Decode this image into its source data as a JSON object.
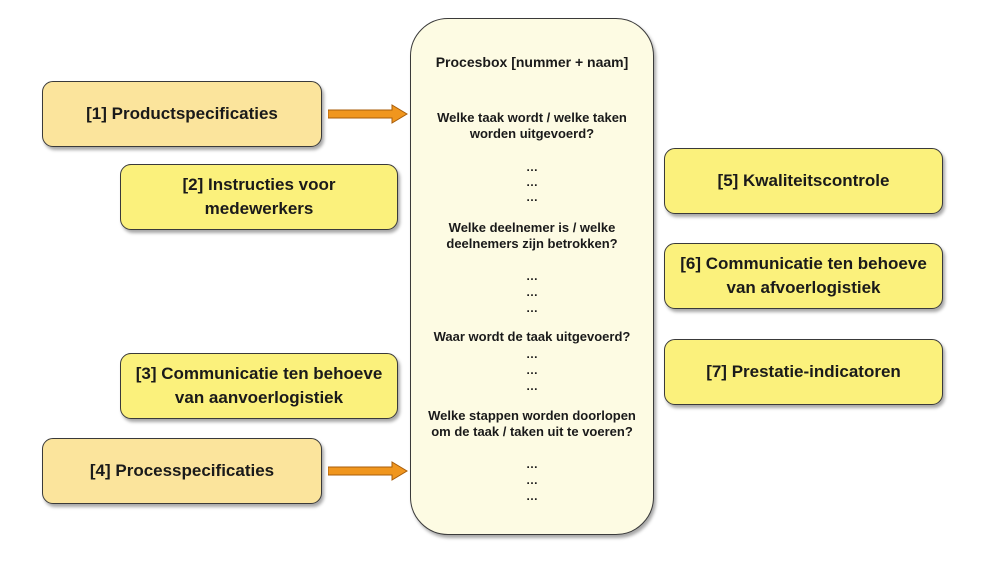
{
  "left_boxes": [
    {
      "label": "[1] Productspecificaties"
    },
    {
      "label": "[2] Instructies voor medewerkers"
    },
    {
      "label": "[3] Communicatie ten behoeve van aanvoerlogistiek"
    },
    {
      "label": "[4] Processpecificaties"
    }
  ],
  "right_boxes": [
    {
      "label": "[5] Kwaliteitscontrole"
    },
    {
      "label": "[6] Communicatie ten behoeve van afvoerlogistiek"
    },
    {
      "label": "[7] Prestatie-indicatoren"
    }
  ],
  "procesbox": {
    "title": "Procesbox [nummer + naam]",
    "q1": "Welke taak wordt / welke taken worden uitgevoerd?",
    "q2": "Welke deelnemer is / welke deelnemers zijn betrokken?",
    "q3": "Waar wordt de taak uitgevoerd?",
    "q4": "Welke stappen worden doorlopen om de taak / taken uit te voeren?",
    "ellipsis": "…"
  },
  "colors": {
    "light_box": "#fbe49c",
    "bright_box": "#fbf17c",
    "procesbox_fill": "#fdfbe3",
    "arrow": "#f0961e"
  }
}
